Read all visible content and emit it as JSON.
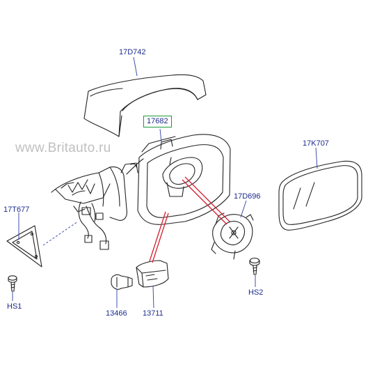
{
  "watermark": "www.Britauto.ru",
  "colors": {
    "label": "#1c2a8c",
    "leader": "#2a3fa0",
    "highlight_box": "#1a9a3a",
    "assembly_link": "#d42030",
    "outline": "#222222"
  },
  "parts": {
    "cover": {
      "label": "17D742"
    },
    "mirror_assy": {
      "label": "17682",
      "highlighted": true
    },
    "glass": {
      "label": "17K707"
    },
    "gasket": {
      "label": "17T677"
    },
    "screw_left": {
      "label": "HS1"
    },
    "motor": {
      "label": "17D696"
    },
    "screw_right": {
      "label": "HS2"
    },
    "bulb": {
      "label": "13466"
    },
    "lamp": {
      "label": "13711"
    }
  }
}
